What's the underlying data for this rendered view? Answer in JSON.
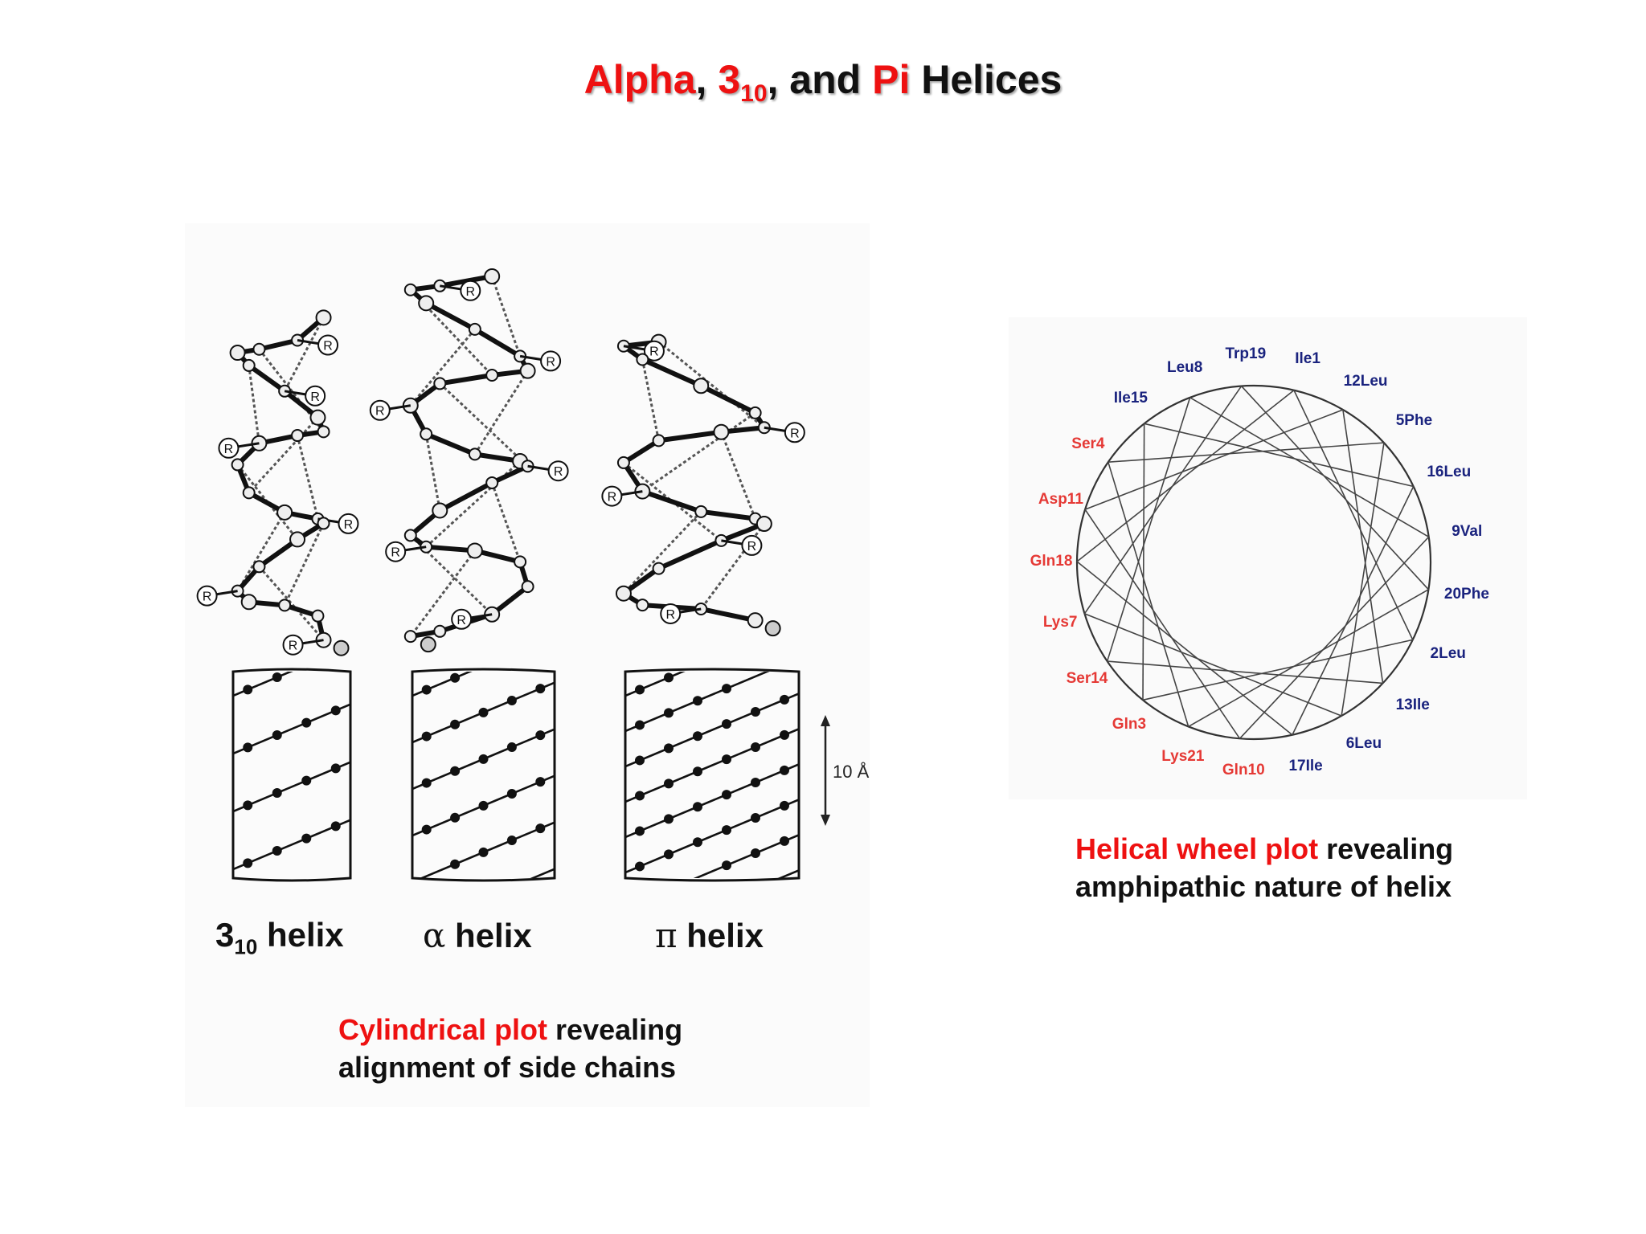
{
  "title": {
    "alpha": "Alpha",
    "sep1": ", ",
    "three": "3",
    "ten": "10",
    "sep2": ", and ",
    "pi": "Pi",
    "helices": " Helices"
  },
  "helix_labels": {
    "h310_main": "3",
    "h310_sub": "10",
    "h310_word": " helix",
    "alpha_symbol": "α",
    "alpha_word": " helix",
    "pi_symbol": "π",
    "pi_word": " helix"
  },
  "scale_bar": "10 Å",
  "atom_label": "R",
  "caption_left": {
    "highlight": "Cylindrical plot",
    "rest1": " revealing",
    "line2": "alignment of side chains"
  },
  "caption_right": {
    "highlight": "Helical wheel plot",
    "rest1": " revealing",
    "line2": "amphipathic nature of helix"
  },
  "wheel_residues": [
    {
      "label": "Trp19",
      "color": "#1a237e"
    },
    {
      "label": "Ile1",
      "color": "#1a237e"
    },
    {
      "label": "12Leu",
      "color": "#1a237e"
    },
    {
      "label": "5Phe",
      "color": "#1a237e"
    },
    {
      "label": "16Leu",
      "color": "#1a237e"
    },
    {
      "label": "9Val",
      "color": "#1a237e"
    },
    {
      "label": "20Phe",
      "color": "#1a237e"
    },
    {
      "label": "2Leu",
      "color": "#1a237e"
    },
    {
      "label": "13Ile",
      "color": "#1a237e"
    },
    {
      "label": "6Leu",
      "color": "#1a237e"
    },
    {
      "label": "17Ile",
      "color": "#1a237e"
    },
    {
      "label": "Gln10",
      "color": "#e53935"
    },
    {
      "label": "Lys21",
      "color": "#e53935"
    },
    {
      "label": "Gln3",
      "color": "#e53935"
    },
    {
      "label": "Ser14",
      "color": "#e53935"
    },
    {
      "label": "Lys7",
      "color": "#e53935"
    },
    {
      "label": "Gln18",
      "color": "#e53935"
    },
    {
      "label": "Asp11",
      "color": "#e53935"
    },
    {
      "label": "Ser4",
      "color": "#e53935"
    },
    {
      "label": "Ile15",
      "color": "#1a237e"
    },
    {
      "label": "Leu8",
      "color": "#1a237e"
    }
  ],
  "colors": {
    "highlight_red": "#ee1111",
    "text_dark": "#111111",
    "hydrophobic_blue": "#1a237e",
    "hydrophilic_red": "#e53935"
  }
}
